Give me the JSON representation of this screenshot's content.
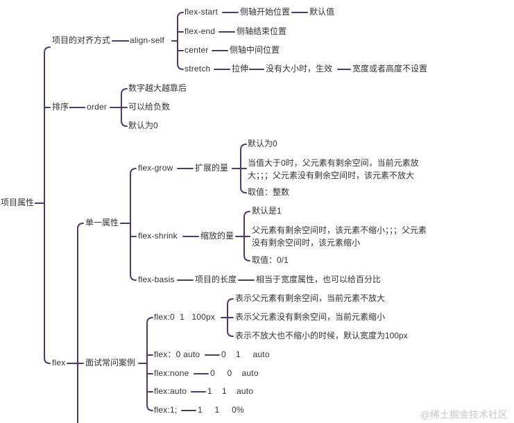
{
  "root": "项目属性",
  "align_group": {
    "label": "项目的对齐方式",
    "key": "align-self",
    "items": {
      "flex_start": "flex-start",
      "flex_start_desc": "侧轴开始位置",
      "flex_start_default": "默认值",
      "flex_end": "flex-end",
      "flex_end_desc": "侧轴结束位置",
      "center": "center",
      "center_desc": "侧轴中间位置",
      "stretch": "stretch",
      "stretch_desc": "拉伸",
      "stretch_note1": "没有大小时，生效",
      "stretch_note2": "宽度或者高度不设置"
    }
  },
  "order_group": {
    "label": "排序",
    "key": "order",
    "items": [
      "数字越大越靠后",
      "可以给负数",
      "默认为0"
    ]
  },
  "flex_group": {
    "label": "flex",
    "single": {
      "label": "单一属性",
      "grow": {
        "key": "flex-grow",
        "desc": "扩展的量",
        "items": [
          "默认为0",
          "当值大于0时，父元素有剩余空间，当前元素放大；；；父元素没有剩余空间时，该元素不放大",
          "取值：整数"
        ]
      },
      "shrink": {
        "key": "flex-shrink",
        "desc": "缩放的量",
        "items": [
          "默认是1",
          "父元素有剩余空间时，该元素不缩小；；；父元素没有剩余空间时，该元素缩小",
          "取值：0/1"
        ]
      },
      "basis": {
        "key": "flex-basis",
        "desc": "项目的长度",
        "note": "相当于宽度属性，也可以给百分比"
      }
    },
    "cases": {
      "label": "面试常问案例",
      "first": {
        "key": "flex:0  1   100px",
        "items": [
          "表示父元素有剩余空间，当前元素不放大",
          "表示父元素没有剩余空间，当前元素缩小",
          "表示不放大也不缩小的时候，默认宽度为100px"
        ]
      },
      "auto_key": "flex：0 auto",
      "auto_val": "0    1     auto",
      "none_key": "flex:none",
      "none_val": "0     0    auto",
      "autokw_key": "flex:auto",
      "autokw_val": "1    1    auto",
      "one_key": "flex:1;",
      "one_val": "1     1     0%"
    }
  },
  "watermark": "@稀土掘金技术社区",
  "colors": {
    "line": "#4a3b6b",
    "text": "#333333",
    "watermark": "#c9c9c9"
  }
}
